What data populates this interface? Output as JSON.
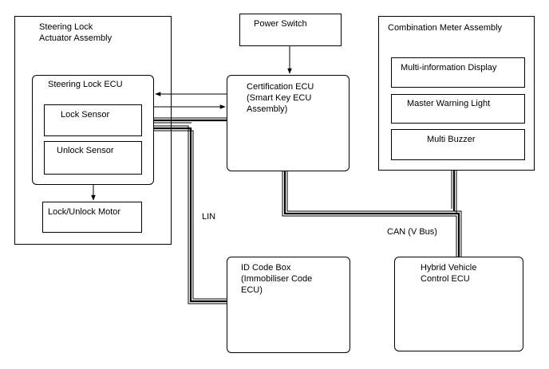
{
  "blocks": {
    "steering_assembly": "Steering Lock\nActuator Assembly",
    "steering_ecu": "Steering Lock ECU",
    "lock_sensor": "Lock Sensor",
    "unlock_sensor": "Unlock Sensor",
    "lock_motor": "Lock/Unlock Motor",
    "power_switch": "Power Switch",
    "certification_ecu": "Certification ECU\n(Smart Key ECU\nAssembly)",
    "combination_meter": "Combination Meter Assembly",
    "multi_info_display": "Multi-information Display",
    "master_warning": "Master Warning Light",
    "multi_buzzer": "Multi Buzzer",
    "id_code_box": "ID Code Box\n(Immobiliser Code\nECU)",
    "hybrid_ecu": "Hybrid Vehicle\nControl ECU"
  },
  "bus_labels": {
    "lin": "LIN",
    "can": "CAN (V Bus)"
  }
}
